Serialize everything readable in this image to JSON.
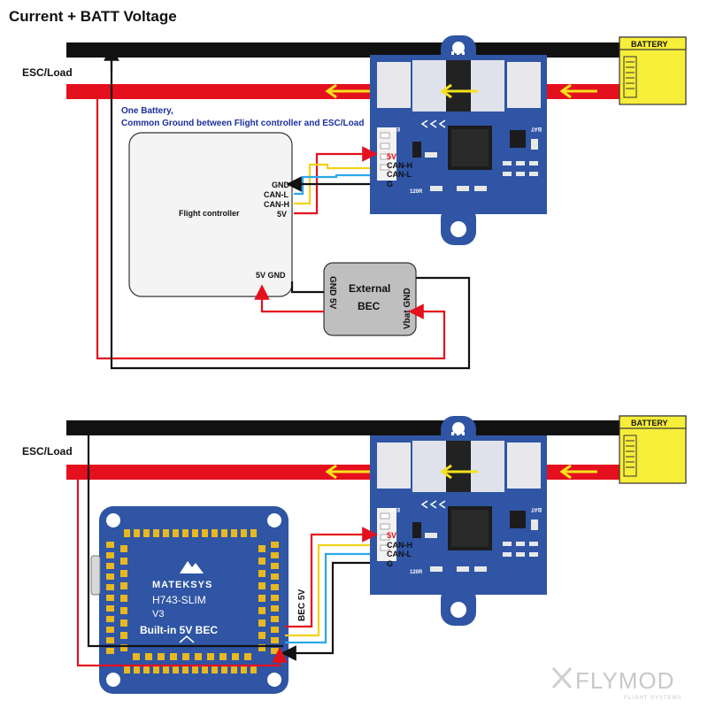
{
  "title": "Current + BATT Voltage",
  "top": {
    "esc_load_label": "ESC/Load",
    "battery_label": "BATTERY",
    "note_line1": "One Battery,",
    "note_line2": "Common Ground between Flight controller and ESC/Load",
    "fc_label": "Flight controller",
    "fc_pins": [
      "GND",
      "CAN-L",
      "CAN-H",
      "5V"
    ],
    "fc_power_pins": "5V GND",
    "bec_title": "External BEC",
    "bec_left_pins": "GND 5V",
    "bec_right_pins": "Vbat GND",
    "module_pins": [
      "5V",
      "CAN-H",
      "CAN-L",
      "G"
    ]
  },
  "bottom": {
    "esc_load_label": "ESC/Load",
    "battery_label": "BATTERY",
    "fc_brand": "MATEKSYS",
    "fc_model": "H743-SLIM",
    "fc_version": "V3",
    "fc_bec_label": "Built-in 5V BEC",
    "bec_wire_label": "BEC 5V",
    "module_pins": [
      "5V",
      "CAN-H",
      "CAN-L",
      "G"
    ]
  },
  "module": {
    "esc_text": "ESC",
    "bat_text": "BAT",
    "resistor_text": "120R"
  },
  "watermark": {
    "brand": "FLYMOD",
    "sub": "FLIGHT SYSTEMS"
  },
  "colors": {
    "red_wire": "#e5101e",
    "black_wire": "#111111",
    "yellow_wire": "#f2d21a",
    "blue_wire": "#2aa8e6",
    "pcb_blue": "#2f55a4",
    "battery_yellow": "#f7ee3a",
    "arrow_yellow": "#f5e21c"
  }
}
